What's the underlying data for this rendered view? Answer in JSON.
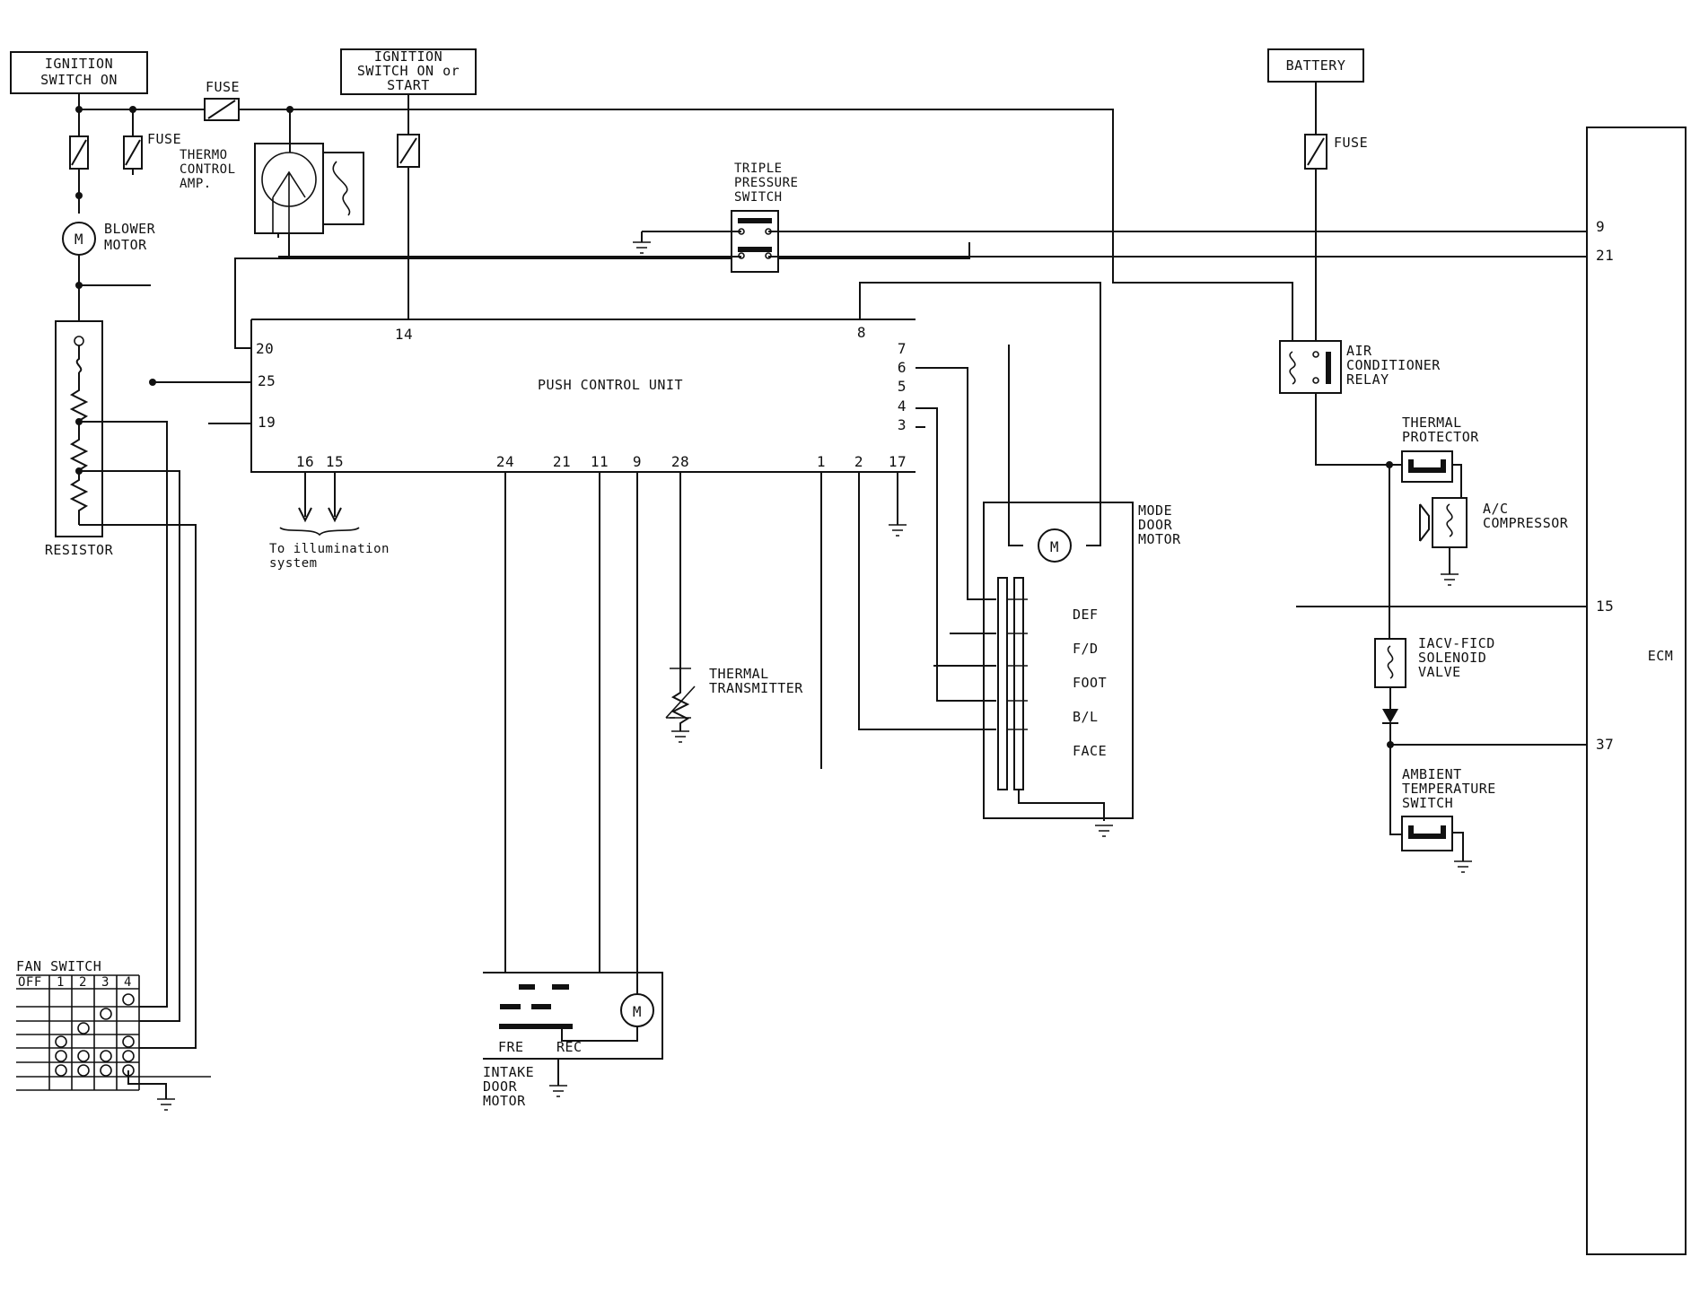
{
  "labels": {
    "ign_on_1": "IGNITION",
    "ign_on_2": "SWITCH ON",
    "ign_start_1": "IGNITION",
    "ign_start_2": "SWITCH ON or",
    "ign_start_3": "START",
    "battery": "BATTERY",
    "fuse": "FUSE",
    "fuse2": "FUSE",
    "fuse3": "FUSE",
    "thermo_1": "THERMO",
    "thermo_2": "CONTROL",
    "thermo_3": "AMP.",
    "blower_1": "BLOWER",
    "blower_2": "MOTOR",
    "triple_1": "TRIPLE",
    "triple_2": "PRESSURE",
    "triple_3": "SWITCH",
    "push_control": "PUSH CONTROL UNIT",
    "resistor": "RESISTOR",
    "illum_1": "To illumination",
    "illum_2": "system",
    "thermal_tx_1": "THERMAL",
    "thermal_tx_2": "TRANSMITTER",
    "mode_1": "MODE",
    "mode_2": "DOOR",
    "mode_3": "MOTOR",
    "def": "DEF",
    "fd": "F/D",
    "foot": "FOOT",
    "bl": "B/L",
    "face": "FACE",
    "ac_relay_1": "AIR",
    "ac_relay_2": "CONDITIONER",
    "ac_relay_3": "RELAY",
    "thermal_prot_1": "THERMAL",
    "thermal_prot_2": "PROTECTOR",
    "compressor_1": "A/C",
    "compressor_2": "COMPRESSOR",
    "iacv_1": "IACV-FICD",
    "iacv_2": "SOLENOID",
    "iacv_3": "VALVE",
    "ambient_1": "AMBIENT",
    "ambient_2": "TEMPERATURE",
    "ambient_3": "SWITCH",
    "ecm": "ECM",
    "fan_switch": "FAN SWITCH",
    "intake_1": "INTAKE",
    "intake_2": "DOOR",
    "intake_3": "MOTOR",
    "fre": "FRE",
    "rec": "REC",
    "motor_m": "M"
  },
  "pins": {
    "p20": "20",
    "p25": "25",
    "p19": "19",
    "p14": "14",
    "p8": "8",
    "p7": "7",
    "p6": "6",
    "p5": "5",
    "p4": "4",
    "p3": "3",
    "p16": "16",
    "p15": "15",
    "p24": "24",
    "p21": "21",
    "p11": "11",
    "p9": "9",
    "p28": "28",
    "p1": "1",
    "p2": "2",
    "p17": "17"
  },
  "ecm_pins": {
    "e9": "9",
    "e21": "21",
    "e15": "15",
    "e37": "37"
  },
  "fan_switch_cols": [
    "OFF",
    "1",
    "2",
    "3",
    "4"
  ]
}
